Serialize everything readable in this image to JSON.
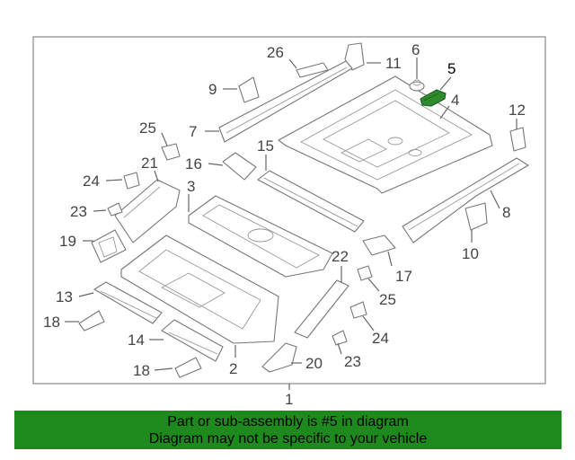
{
  "diagram": {
    "assembly_number": "1",
    "highlighted_part": "5",
    "highlight_color": "#2e8b2e",
    "callouts": {
      "c26": "26",
      "c11": "11",
      "c6": "6",
      "c5": "5",
      "c9": "9",
      "c4": "4",
      "c12": "12",
      "c25a": "25",
      "c7": "7",
      "c15": "15",
      "c16": "16",
      "c21": "21",
      "c24a": "24",
      "c3": "3",
      "c23a": "23",
      "c8": "8",
      "c19": "19",
      "c10": "10",
      "c22": "22",
      "c17": "17",
      "c13": "13",
      "c25b": "25",
      "c18a": "18",
      "c1": "1",
      "c24b": "24",
      "c14": "14",
      "c18b": "18",
      "c20": "20",
      "c23b": "23",
      "c2": "2"
    }
  },
  "banner": {
    "line1": "Part or sub-assembly is #5 in diagram",
    "line2": "Diagram may not be specific to your vehicle",
    "color": "#1e8a1e"
  }
}
